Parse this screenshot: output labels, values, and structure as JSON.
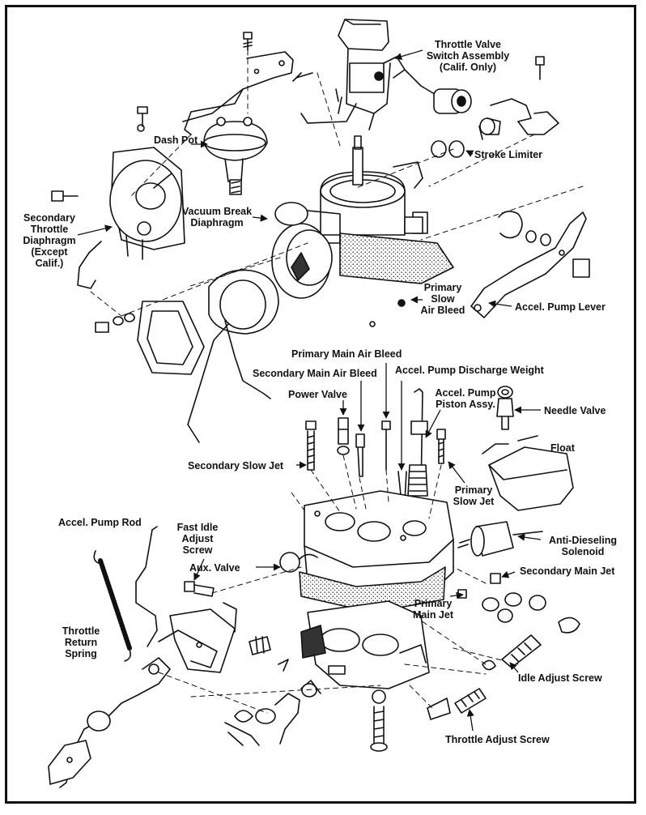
{
  "labels": {
    "throttle_valve_switch": "Throttle Valve\nSwitch Assembly\n(Calif. Only)",
    "dash_pot": "Dash Pot",
    "stroke_limiter": "Stroke Limiter",
    "secondary_throttle_diaphragm": "Secondary\nThrottle\nDiaphragm\n(Except\nCalif.)",
    "vacuum_break_diaphragm": "Vacuum Break\nDiaphragm",
    "primary_slow_air_bleed": "Primary\nSlow\nAir Bleed",
    "accel_pump_lever": "Accel. Pump Lever",
    "primary_main_air_bleed": "Primary Main Air Bleed",
    "secondary_main_air_bleed": "Secondary Main Air Bleed",
    "accel_pump_discharge_weight": "Accel. Pump Discharge Weight",
    "power_valve": "Power Valve",
    "accel_pump_piston_assy": "Accel. Pump\nPiston Assy.",
    "needle_valve": "Needle Valve",
    "float": "Float",
    "secondary_slow_jet": "Secondary Slow Jet",
    "primary_slow_jet": "Primary\nSlow Jet",
    "accel_pump_rod": "Accel. Pump Rod",
    "fast_idle_adjust_screw": "Fast Idle\nAdjust\nScrew",
    "anti_dieseling_solenoid": "Anti-Dieseling\nSolenoid",
    "aux_valve": "Aux. Valve",
    "secondary_main_jet": "Secondary Main Jet",
    "throttle_return_spring": "Throttle\nReturn\nSpring",
    "primary_main_jet": "Primary\nMain Jet",
    "idle_adjust_screw": "Idle Adjust Screw",
    "throttle_adjust_screw": "Throttle Adjust Screw"
  },
  "colors": {
    "ink": "#111111",
    "paper": "#ffffff",
    "stipple": "#555555"
  }
}
